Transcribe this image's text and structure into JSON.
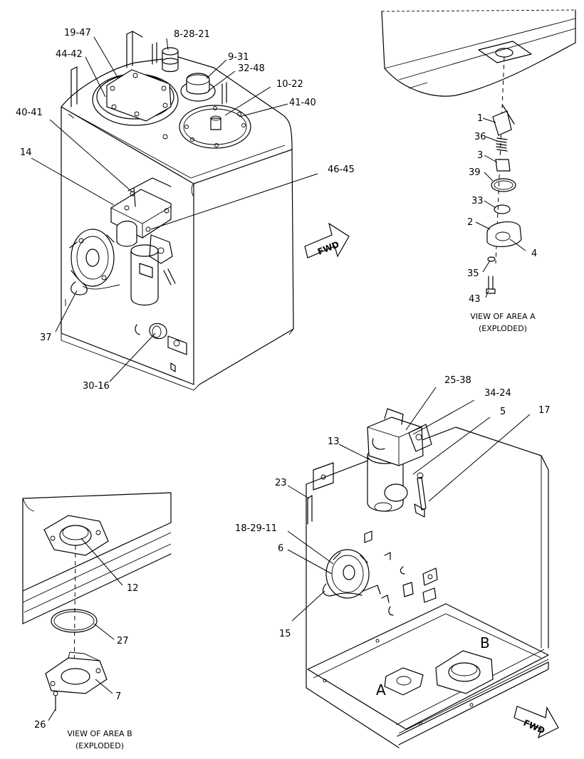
{
  "callouts": {
    "c_19_47": "19-47",
    "c_8_28_21": "8-28-21",
    "c_44_42": "44-42",
    "c_9_31": "9-31",
    "c_32_48": "32-48",
    "c_10_22": "10-22",
    "c_41_40": "41-40",
    "c_40_41": "40-41",
    "c_14": "14",
    "c_46_45": "46-45",
    "c_37": "37",
    "c_30_16": "30-16",
    "c_1": "1",
    "c_36": "36",
    "c_3": "3",
    "c_39": "39",
    "c_33": "33",
    "c_2": "2",
    "c_4": "4",
    "c_35": "35",
    "c_43": "43",
    "c_25_38": "25-38",
    "c_34_24": "34-24",
    "c_5": "5",
    "c_17": "17",
    "c_13": "13",
    "c_23": "23",
    "c_18_29_11": "18-29-11",
    "c_6": "6",
    "c_15": "15",
    "c_12": "12",
    "c_27": "27",
    "c_7": "7",
    "c_26": "26"
  },
  "views": {
    "area_a_line1": "VIEW OF AREA A",
    "area_a_line2": "(EXPLODED)",
    "area_b_line1": "VIEW OF AREA B",
    "area_b_line2": "(EXPLODED)",
    "marker_a": "A",
    "marker_b": "B"
  },
  "arrows": {
    "fwd_top": "FWD",
    "fwd_bottom": "FWD"
  },
  "icons": [
    "fwd-arrow-icon"
  ]
}
